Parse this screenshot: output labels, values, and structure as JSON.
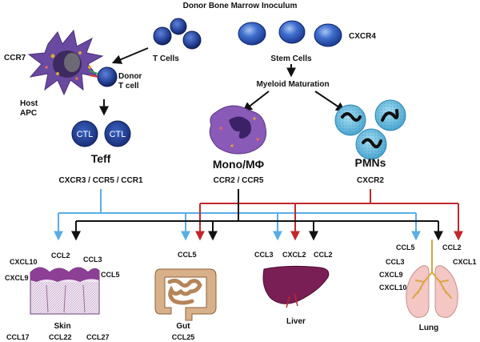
{
  "title": "Donor Bone Marrow Inoculum",
  "cells": {
    "t_cells": "T Cells",
    "stem_cells": "Stem Cells",
    "cxcr4": "CXCR4",
    "ccr7": "CCR7",
    "donor_t_cell": [
      "Donor",
      "T cell"
    ],
    "host_apc": [
      "Host",
      "APC"
    ],
    "ctl": "CTL",
    "myeloid_maturation": "Myeloid Maturation"
  },
  "effectors": {
    "teff": {
      "name": "Teff",
      "receptors": "CXCR3 / CCR5 / CCR1"
    },
    "mono": {
      "name": "Mono/MΦ",
      "receptors": "CCR2 / CCR5"
    },
    "pmn": {
      "name": "PMNs",
      "receptors": "CXCR2"
    }
  },
  "organs": {
    "skin": {
      "name": "Skin",
      "chemokines": [
        "CXCL10",
        "CCL2",
        "CCL3",
        "CXCL9",
        "CCL5"
      ],
      "bottom_chemokines": [
        "CCL17",
        "CCL22",
        "CCL27"
      ]
    },
    "gut": {
      "name": "Gut",
      "chemokines": [
        "CCL5"
      ],
      "bottom_chemokines": [
        "CCL25"
      ]
    },
    "liver": {
      "name": "Liver",
      "chemokines": [
        "CCL3",
        "CXCL2",
        "CCL2"
      ]
    },
    "lung": {
      "name": "Lung",
      "chemokines": [
        "CCL5",
        "CCL2",
        "CCL3",
        "CXCL1",
        "CXCL9",
        "CXCL10"
      ]
    }
  },
  "colors": {
    "t_cell_blue": "#2b4fa8",
    "t_cell_dark": "#15286a",
    "stem_blue": "#3a67c7",
    "apc_purple": "#6a4aa0",
    "mono_purple": "#8a5ab8",
    "pmn_cyan": "#6fc6e6",
    "teff_line": "#5aaee6",
    "mono_line": "#111111",
    "pmn_line": "#c0282d",
    "skin_pink": "#e2a0c2",
    "gut_tan": "#d8b08a",
    "liver_purple": "#7a1f55",
    "lung_pink": "#f2c7c4"
  }
}
